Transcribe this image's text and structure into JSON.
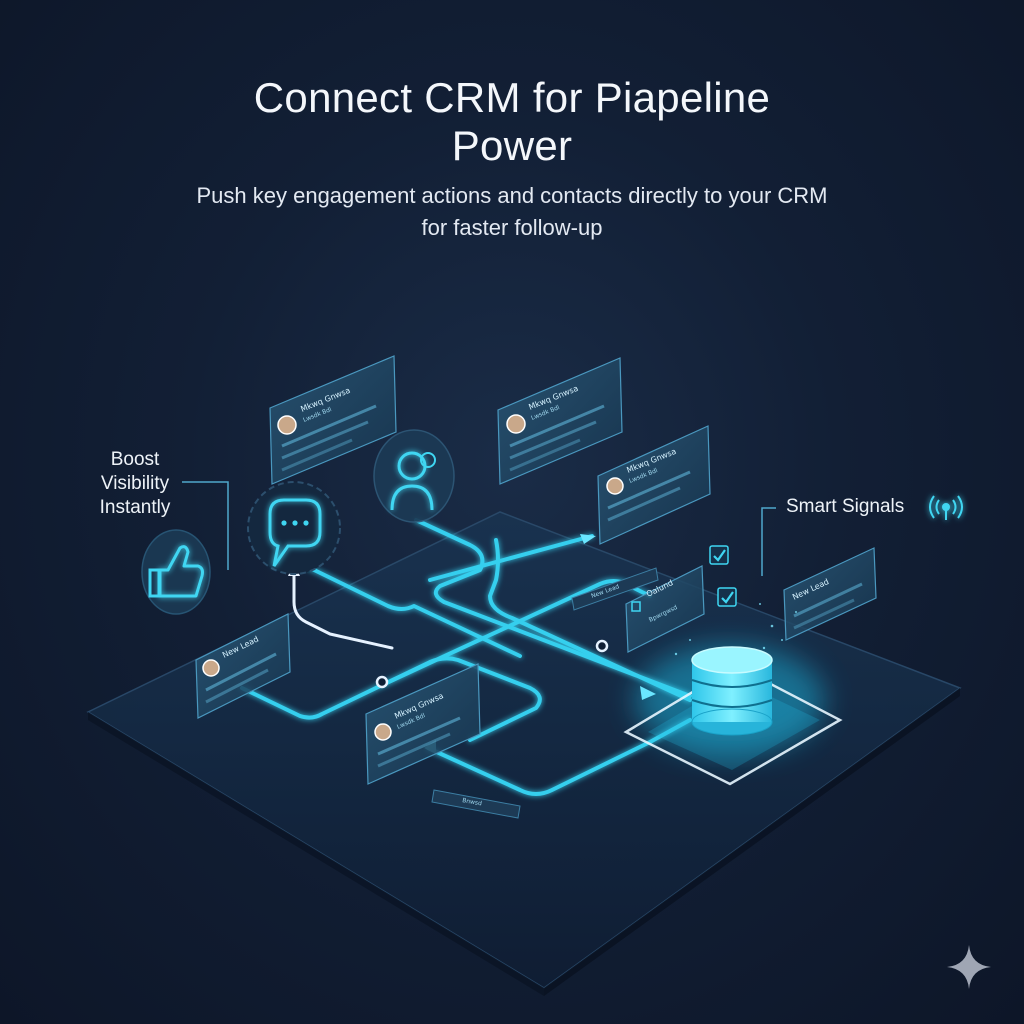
{
  "header": {
    "title_line1": "Connect CRM for Piapeline",
    "title_line2": "Power",
    "subtitle_line1": "Push key engagement actions and contacts directly to your CRM",
    "subtitle_line2": "for faster follow-up"
  },
  "callouts": {
    "left_line1": "Boost",
    "left_line2": "Visibility",
    "left_line3": "Instantly",
    "right": "Smart Signals"
  },
  "cards": {
    "top_left": {
      "name": "Mkwq Gnwsa",
      "sub": "Lwsdk Bdl"
    },
    "top_mid": {
      "name": "Mkwq Gnwsa",
      "sub": "Lwsdk Bdl"
    },
    "right_mid": {
      "name": "Mkwq Gnwsa",
      "sub": "Lwsdk Bdl"
    },
    "left_low": {
      "name": "New Lead"
    },
    "center_low": {
      "name": "Mkwq Gnwsa",
      "sub": "Lwsdk Bdl"
    },
    "right_far": {
      "name": "New Lead"
    },
    "stacked": {
      "name": "Oalund",
      "sub": "Bpwrgwsd"
    },
    "tag_mid": "New Lead",
    "tag_bottom": "Bnwsd"
  },
  "colors": {
    "accent": "#3fd6f2",
    "glow": "#22b8e0",
    "panel": "#1c3a55",
    "background": "#121f35"
  },
  "icons": [
    "thumbs-up-icon",
    "chat-bubble-icon",
    "user-profile-icon",
    "database-icon",
    "signal-icon",
    "check-icon",
    "sparkle-icon"
  ]
}
